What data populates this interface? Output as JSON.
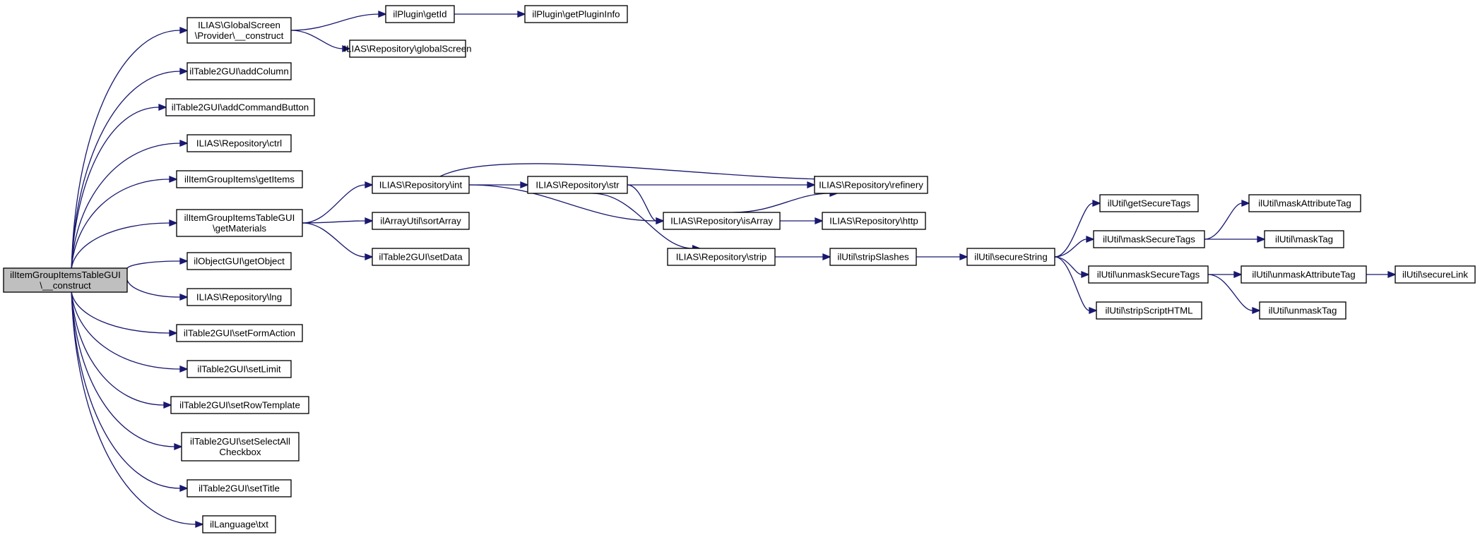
{
  "diagram": {
    "nodes": [
      {
        "id": "root",
        "lines": [
          "ilItemGroupItemsTableGUI",
          "\\__construct"
        ]
      },
      {
        "id": "gs_construct",
        "lines": [
          "ILIAS\\GlobalScreen",
          "\\Provider\\__construct"
        ]
      },
      {
        "id": "plugin_getid",
        "lines": [
          "ilPlugin\\getId"
        ]
      },
      {
        "id": "plugin_getinfo",
        "lines": [
          "ilPlugin\\getPluginInfo"
        ]
      },
      {
        "id": "repo_globalscreen",
        "lines": [
          "ILIAS\\Repository\\globalScreen"
        ]
      },
      {
        "id": "t2_addcolumn",
        "lines": [
          "ilTable2GUI\\addColumn"
        ]
      },
      {
        "id": "t2_addcmdbtn",
        "lines": [
          "ilTable2GUI\\addCommandButton"
        ]
      },
      {
        "id": "repo_ctrl",
        "lines": [
          "ILIAS\\Repository\\ctrl"
        ]
      },
      {
        "id": "igi_getitems",
        "lines": [
          "ilItemGroupItems\\getItems"
        ]
      },
      {
        "id": "igit_getmaterials",
        "lines": [
          "ilItemGroupItemsTableGUI",
          "\\getMaterials"
        ]
      },
      {
        "id": "repo_int",
        "lines": [
          "ILIAS\\Repository\\int"
        ]
      },
      {
        "id": "repo_str",
        "lines": [
          "ILIAS\\Repository\\str"
        ]
      },
      {
        "id": "repo_refinery",
        "lines": [
          "ILIAS\\Repository\\refinery"
        ]
      },
      {
        "id": "repo_isarray",
        "lines": [
          "ILIAS\\Repository\\isArray"
        ]
      },
      {
        "id": "repo_http",
        "lines": [
          "ILIAS\\Repository\\http"
        ]
      },
      {
        "id": "repo_strip",
        "lines": [
          "ILIAS\\Repository\\strip"
        ]
      },
      {
        "id": "arr_sort",
        "lines": [
          "ilArrayUtil\\sortArray"
        ]
      },
      {
        "id": "t2_setdata",
        "lines": [
          "ilTable2GUI\\setData"
        ]
      },
      {
        "id": "util_stripslashes",
        "lines": [
          "ilUtil\\stripSlashes"
        ]
      },
      {
        "id": "util_securestring",
        "lines": [
          "ilUtil\\secureString"
        ]
      },
      {
        "id": "util_getsecuretags",
        "lines": [
          "ilUtil\\getSecureTags"
        ]
      },
      {
        "id": "util_masksecuretags",
        "lines": [
          "ilUtil\\maskSecureTags"
        ]
      },
      {
        "id": "util_maskattrtag",
        "lines": [
          "ilUtil\\maskAttributeTag"
        ]
      },
      {
        "id": "util_masktag",
        "lines": [
          "ilUtil\\maskTag"
        ]
      },
      {
        "id": "util_unmasksecuretags",
        "lines": [
          "ilUtil\\unmaskSecureTags"
        ]
      },
      {
        "id": "util_unmaskattrtag",
        "lines": [
          "ilUtil\\unmaskAttributeTag"
        ]
      },
      {
        "id": "util_securelink",
        "lines": [
          "ilUtil\\secureLink"
        ]
      },
      {
        "id": "util_unmasktag",
        "lines": [
          "ilUtil\\unmaskTag"
        ]
      },
      {
        "id": "util_stripscripthtml",
        "lines": [
          "ilUtil\\stripScriptHTML"
        ]
      },
      {
        "id": "objgui_getobject",
        "lines": [
          "ilObjectGUI\\getObject"
        ]
      },
      {
        "id": "repo_lng",
        "lines": [
          "ILIAS\\Repository\\lng"
        ]
      },
      {
        "id": "t2_setformaction",
        "lines": [
          "ilTable2GUI\\setFormAction"
        ]
      },
      {
        "id": "t2_setlimit",
        "lines": [
          "ilTable2GUI\\setLimit"
        ]
      },
      {
        "id": "t2_setrowtemplate",
        "lines": [
          "ilTable2GUI\\setRowTemplate"
        ]
      },
      {
        "id": "t2_setselectall",
        "lines": [
          "ilTable2GUI\\setSelectAll",
          "Checkbox"
        ]
      },
      {
        "id": "t2_settitle",
        "lines": [
          "ilTable2GUI\\setTitle"
        ]
      },
      {
        "id": "lang_txt",
        "lines": [
          "ilLanguage\\txt"
        ]
      }
    ],
    "edges": [
      {
        "from": "root",
        "to": "gs_construct"
      },
      {
        "from": "root",
        "to": "t2_addcolumn"
      },
      {
        "from": "root",
        "to": "t2_addcmdbtn"
      },
      {
        "from": "root",
        "to": "repo_ctrl"
      },
      {
        "from": "root",
        "to": "igi_getitems"
      },
      {
        "from": "root",
        "to": "igit_getmaterials"
      },
      {
        "from": "root",
        "to": "objgui_getobject"
      },
      {
        "from": "root",
        "to": "repo_lng"
      },
      {
        "from": "root",
        "to": "t2_setformaction"
      },
      {
        "from": "root",
        "to": "t2_setlimit"
      },
      {
        "from": "root",
        "to": "t2_setrowtemplate"
      },
      {
        "from": "root",
        "to": "t2_setselectall"
      },
      {
        "from": "root",
        "to": "t2_settitle"
      },
      {
        "from": "root",
        "to": "lang_txt"
      },
      {
        "from": "gs_construct",
        "to": "plugin_getid"
      },
      {
        "from": "gs_construct",
        "to": "repo_globalscreen"
      },
      {
        "from": "plugin_getid",
        "to": "plugin_getinfo"
      },
      {
        "from": "igit_getmaterials",
        "to": "repo_int"
      },
      {
        "from": "igit_getmaterials",
        "to": "arr_sort"
      },
      {
        "from": "igit_getmaterials",
        "to": "t2_setdata"
      },
      {
        "from": "repo_int",
        "to": "repo_str"
      },
      {
        "from": "repo_int",
        "to": "repo_refinery"
      },
      {
        "from": "repo_int",
        "to": "repo_isarray"
      },
      {
        "from": "repo_str",
        "to": "repo_refinery"
      },
      {
        "from": "repo_str",
        "to": "repo_isarray"
      },
      {
        "from": "repo_str",
        "to": "repo_strip"
      },
      {
        "from": "repo_isarray",
        "to": "repo_refinery"
      },
      {
        "from": "repo_isarray",
        "to": "repo_http"
      },
      {
        "from": "repo_strip",
        "to": "util_stripslashes"
      },
      {
        "from": "util_stripslashes",
        "to": "util_securestring"
      },
      {
        "from": "util_securestring",
        "to": "util_getsecuretags"
      },
      {
        "from": "util_securestring",
        "to": "util_masksecuretags"
      },
      {
        "from": "util_securestring",
        "to": "util_unmasksecuretags"
      },
      {
        "from": "util_securestring",
        "to": "util_stripscripthtml"
      },
      {
        "from": "util_masksecuretags",
        "to": "util_maskattrtag"
      },
      {
        "from": "util_masksecuretags",
        "to": "util_masktag"
      },
      {
        "from": "util_unmasksecuretags",
        "to": "util_unmaskattrtag"
      },
      {
        "from": "util_unmasksecuretags",
        "to": "util_unmasktag"
      },
      {
        "from": "util_unmaskattrtag",
        "to": "util_securelink"
      }
    ],
    "colors": {
      "edge": "#191970",
      "root_fill": "#bfbfbf",
      "node_fill": "#ffffff",
      "node_border": "#000000"
    }
  }
}
